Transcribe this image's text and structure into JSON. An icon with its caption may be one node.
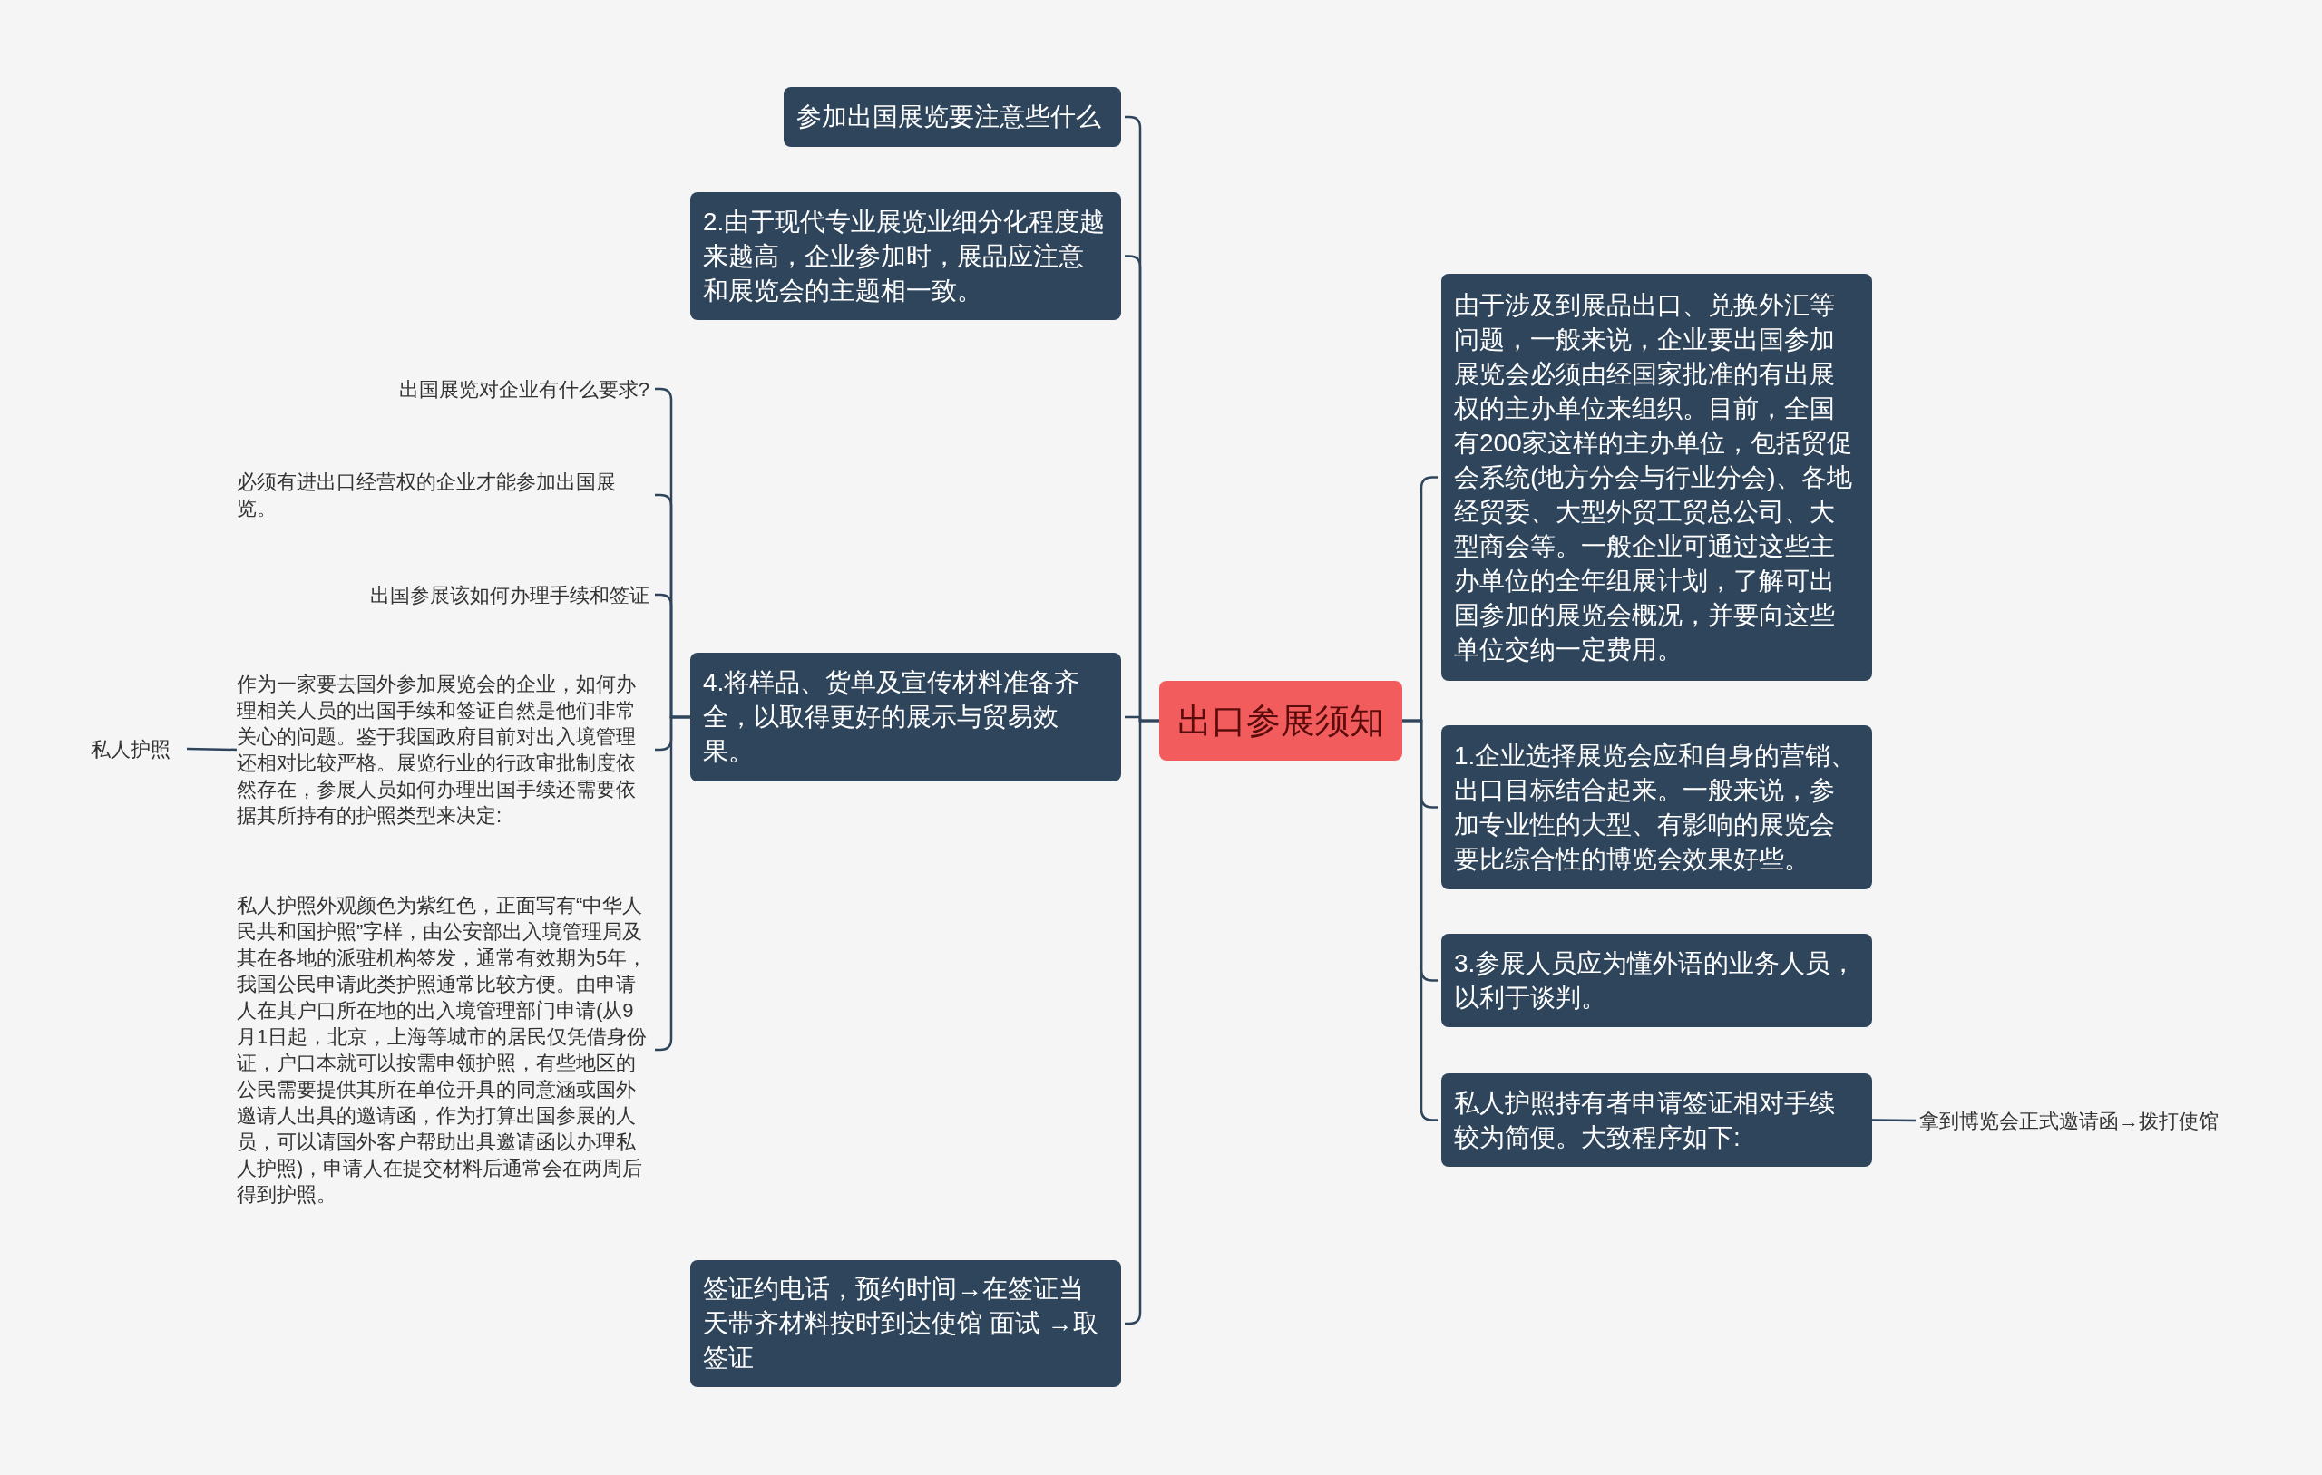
{
  "diagram": {
    "nodes": [
      {
        "text": [
          "出口参展须知"
        ]
      },
      {
        "text": [
          "参加出国展览要注意些什么"
        ]
      },
      {
        "text": [
          "2.由于现代专业展览业细分化程度越来越高，企业参加时，展品应注意和展览会的主题相一致。"
        ]
      },
      {
        "text": [
          "4.将样品、货单及宣传材料准备齐全，以取得更好的展示与贸易效果。"
        ]
      },
      {
        "text": [
          "签证约电话，预约时间→在签证当天带齐材料按时到达使馆 面试 →取签证"
        ]
      },
      {
        "text": [
          "出国展览对企业有什么要求?"
        ]
      },
      {
        "text": [
          "必须有进出口经营权的企业才能参加出国展览。"
        ]
      },
      {
        "text": [
          "出国参展该如何办理手续和签证"
        ]
      },
      {
        "text": [
          "作为一家要去国外参加展览会的企业，如何办理相关人员的出国手续和签证自然是他们非常关心的问题。鉴于我国政府目前对出入境管理还相对比较严格。展览行业的行政审批制度依然存在，参展人员如何办理出国手续还需要依据其所持有的护照类型来决定:"
        ]
      },
      {
        "text": [
          "私人护照外观颜色为紫红色，正面写有“中华人民共和国护照”字样，由公安部出入境管理局及其在各地的派驻机构签发，通常有效期为5年，我国公民申请此类护照通常比较方便。由申请人在其户口所在地的出入境管理部门申请(从9月1日起，北京，上海等城市的居民仅凭借身份证，户口本就可以按需申领护照，有些地区的公民需要提供其所在单位开具的同意涵或国外邀请人出具的邀请函，作为打算出国参展的人员，可以请国外客户帮助出具邀请函以办理私人护照)，申请人在提交材料后通常会在两周后得到护照。"
        ]
      },
      {
        "text": [
          "私人护照"
        ]
      },
      {
        "text": [
          "由于涉及到展品出口、兑换外汇等问题，一般来说，企业要出国参加展览会必须由经国家批准的有出展权的主办单位来组织。目前，全国有200家这样的主办单位，包括贸促会系统(地方分会与行业分会)、各地经贸委、大型外贸工贸总公司、大型商会等。一般企业可通过这些主办单位的全年组展计划，了解可出国参加的展览会概况，并要向这些单位交纳一定费用。"
        ]
      },
      {
        "text": [
          "1.企业选择展览会应和自身的营销、出口目标结合起来。一般来说，参加专业性的大型、有影响的展览会要比综合性的博览会效果好些。"
        ]
      },
      {
        "text": [
          "3.参展人员应为懂外语的业务人员，以利于谈判。"
        ]
      },
      {
        "text": [
          "私人护照持有者申请签证相对手续较为简便。大致程序如下:"
        ]
      },
      {
        "text": [
          "拿到博览会正式邀请函→拨打使馆"
        ]
      }
    ],
    "edges": [
      {
        "from": 0,
        "to": 1,
        "arrow": "none"
      },
      {
        "from": 0,
        "to": 2,
        "arrow": "none"
      },
      {
        "from": 0,
        "to": 3,
        "arrow": "none"
      },
      {
        "from": 0,
        "to": 4,
        "arrow": "none"
      },
      {
        "from": 3,
        "to": 5,
        "arrow": "none"
      },
      {
        "from": 3,
        "to": 6,
        "arrow": "none"
      },
      {
        "from": 3,
        "to": 7,
        "arrow": "none"
      },
      {
        "from": 3,
        "to": 8,
        "arrow": "none"
      },
      {
        "from": 3,
        "to": 9,
        "arrow": "none"
      },
      {
        "from": 8,
        "to": 10,
        "arrow": "none"
      },
      {
        "from": 0,
        "to": 11,
        "arrow": "none"
      },
      {
        "from": 0,
        "to": 12,
        "arrow": "none"
      },
      {
        "from": 0,
        "to": 13,
        "arrow": "none"
      },
      {
        "from": 0,
        "to": 14,
        "arrow": "none"
      },
      {
        "from": 14,
        "to": 15,
        "arrow": "none"
      }
    ]
  }
}
